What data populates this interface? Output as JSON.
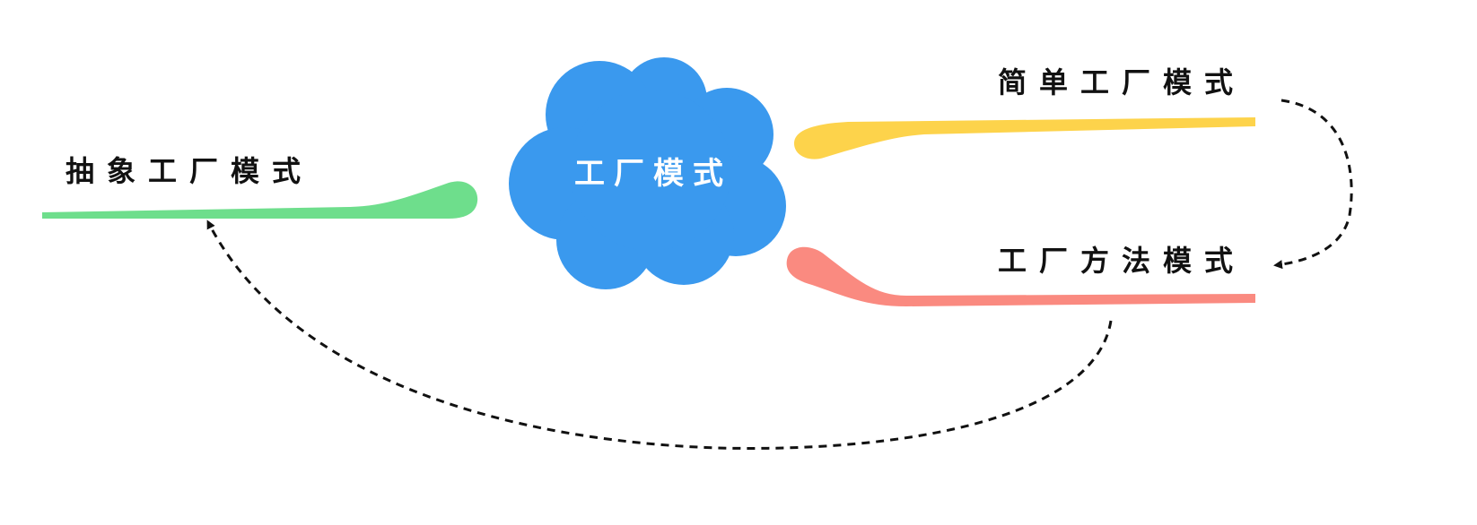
{
  "center": {
    "label": "工厂模式",
    "color": "#3A99EE",
    "text_color": "#ffffff"
  },
  "branches": [
    {
      "id": "simple",
      "label": "简单工厂模式",
      "color": "#FDD34B"
    },
    {
      "id": "method",
      "label": "工厂方法模式",
      "color": "#FA8A80"
    },
    {
      "id": "abstract",
      "label": "抽象工厂模式",
      "color": "#6EDE8C"
    }
  ],
  "relations": [
    {
      "from": "简单工厂模式",
      "to": "工厂方法模式",
      "style": "dashed-arrow"
    },
    {
      "from": "工厂方法模式",
      "to": "抽象工厂模式",
      "style": "dashed-arrow"
    }
  ],
  "colors": {
    "line": "#111111",
    "background": "#ffffff"
  }
}
